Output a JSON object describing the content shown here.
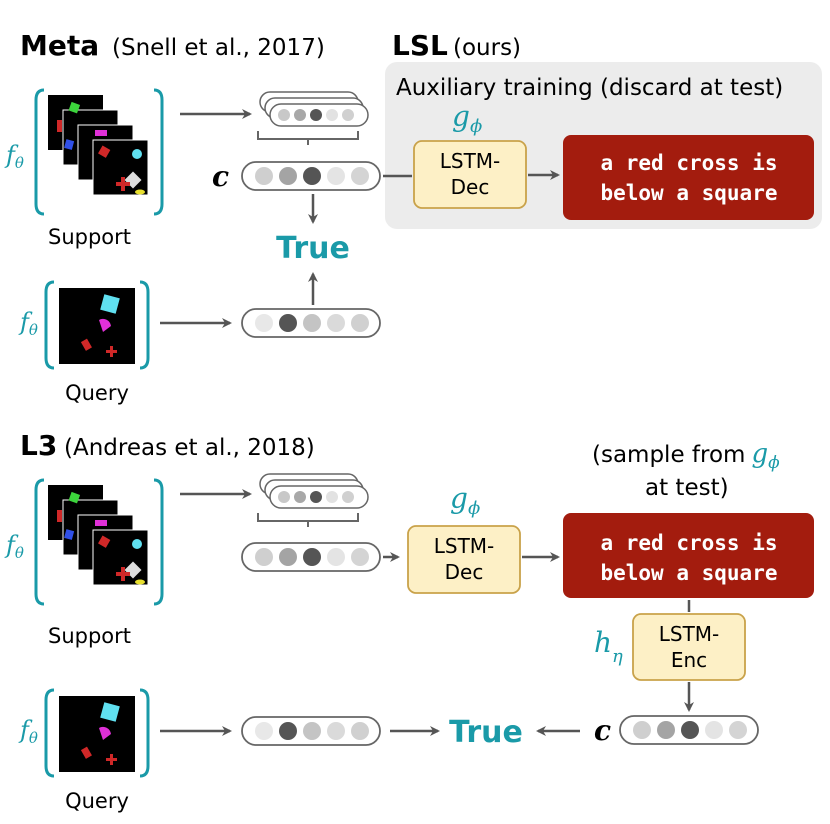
{
  "colors": {
    "teal": "#1a9aa8",
    "sentence_bg": "#a31c0e",
    "box_fill": "#fdf0c6",
    "box_stroke": "#c9a24a",
    "aux_bg": "#ececec",
    "arrow": "#555555"
  },
  "meta": {
    "title": "Meta",
    "cite": "(Snell et al., 2017)"
  },
  "lsl": {
    "title": "LSL",
    "cite": "(ours)",
    "aux_label": "Auxiliary training (discard at test)",
    "g_symbol": "g",
    "g_sub": "ϕ",
    "decoder_line1": "LSTM-",
    "decoder_line2": "Dec",
    "sentence_line1": "a red cross is",
    "sentence_line2": "below a square"
  },
  "l3": {
    "title": "L3",
    "cite": "(Andreas et al., 2018)",
    "sample_line1": "(sample from",
    "sample_g": "g",
    "sample_sub": "ϕ",
    "sample_line2": "at test)",
    "g_symbol": "g",
    "g_sub": "ϕ",
    "decoder_line1": "LSTM-",
    "decoder_line2": "Dec",
    "sentence_line1": "a red cross is",
    "sentence_line2": "below a square",
    "h_symbol": "h",
    "h_sub": "η",
    "encoder_line1": "LSTM-",
    "encoder_line2": "Enc"
  },
  "labels": {
    "support": "Support",
    "query": "Query",
    "true": "True",
    "f_symbol": "f",
    "f_sub": "θ",
    "c_symbol": "c"
  }
}
